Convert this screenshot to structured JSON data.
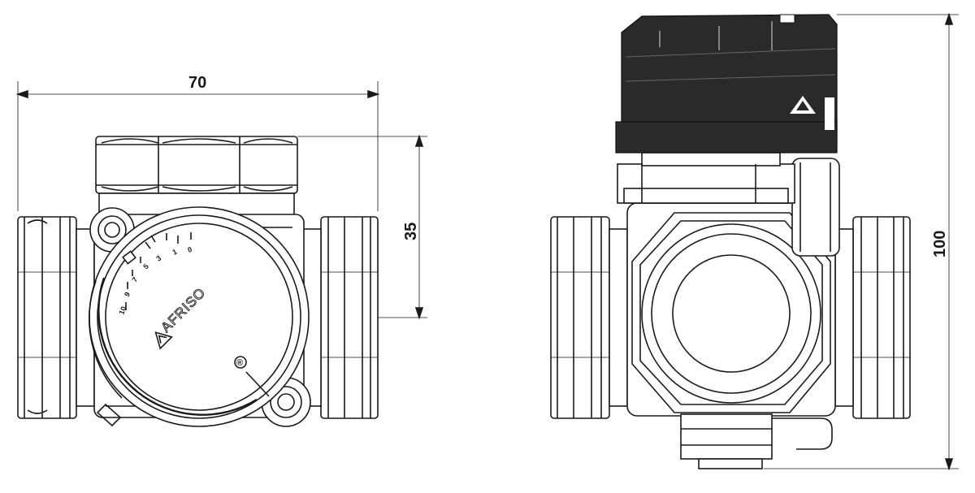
{
  "dimensions": {
    "width_front": "70",
    "height_port": "35",
    "height_total": "100"
  },
  "dial": {
    "scale": [
      "10",
      "9",
      "7",
      "5",
      "3",
      "1",
      "0"
    ],
    "brand": "AFRISO",
    "registered": "®"
  },
  "colors": {
    "line": "#1a1a1a",
    "actuator": "#2a2a2a",
    "background": "#ffffff"
  }
}
